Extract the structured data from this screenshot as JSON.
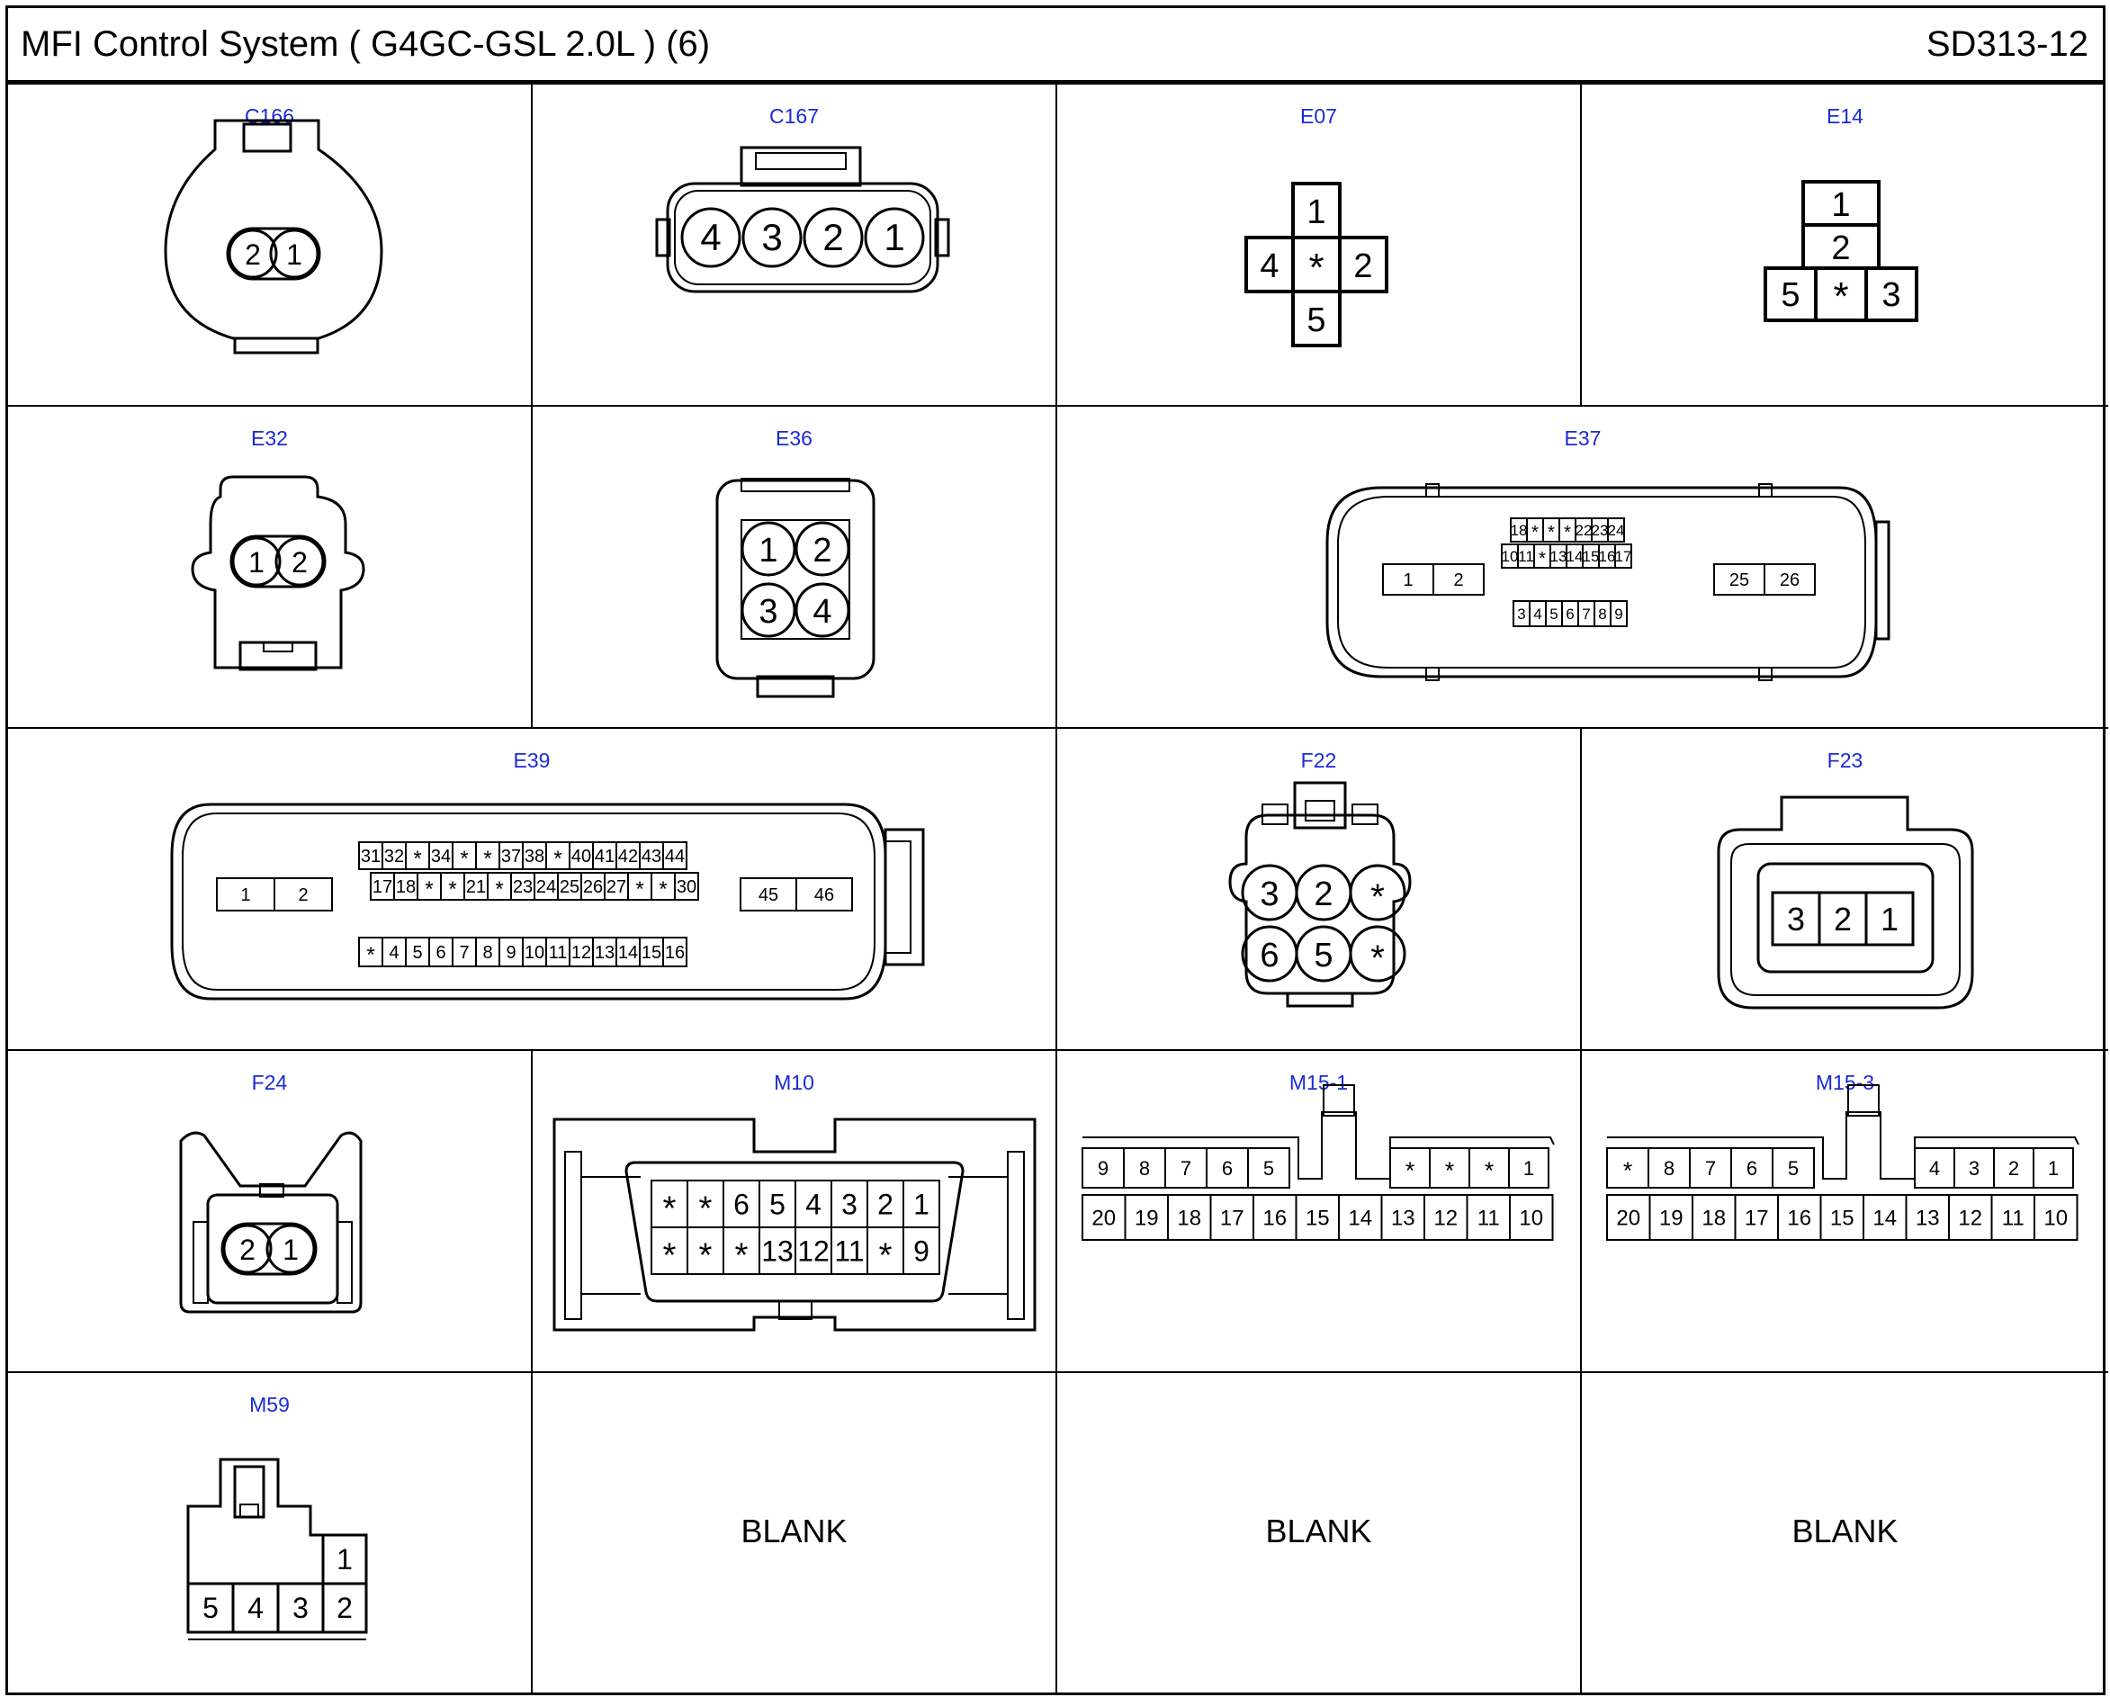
{
  "header": {
    "title": "MFI Control System (  G4GC-GSL 2.0L ) (6)",
    "code": "SD313-12"
  },
  "pin_star": "*",
  "connectors": {
    "C166": {
      "label": "C166",
      "pins": [
        "2",
        "1"
      ]
    },
    "C167": {
      "label": "C167",
      "pins": [
        "4",
        "3",
        "2",
        "1"
      ]
    },
    "E07": {
      "label": "E07",
      "pins": [
        "1",
        "4",
        "*",
        "2",
        "5"
      ]
    },
    "E14": {
      "label": "E14",
      "pins": [
        "1",
        "2",
        "5",
        "*",
        "3"
      ]
    },
    "E32": {
      "label": "E32",
      "pins": [
        "1",
        "2"
      ]
    },
    "E36": {
      "label": "E36",
      "pins": [
        "1",
        "2",
        "3",
        "4"
      ]
    },
    "E37": {
      "label": "E37",
      "left": [
        "1",
        "2"
      ],
      "top": [
        "18",
        "*",
        "*",
        "*",
        "22",
        "23",
        "24"
      ],
      "mid": [
        "10",
        "11",
        "*",
        "13",
        "14",
        "15",
        "16",
        "17"
      ],
      "bottom": [
        "3",
        "4",
        "5",
        "6",
        "7",
        "8",
        "9"
      ],
      "right": [
        "25",
        "26"
      ]
    },
    "E39": {
      "label": "E39",
      "left": [
        "1",
        "2"
      ],
      "row1": [
        "31",
        "32",
        "*",
        "34",
        "*",
        "*",
        "37",
        "38",
        "*",
        "40",
        "41",
        "42",
        "43",
        "44"
      ],
      "row2": [
        "17",
        "18",
        "*",
        "*",
        "21",
        "*",
        "23",
        "24",
        "25",
        "26",
        "27",
        "*",
        "*",
        "30"
      ],
      "row3": [
        "*",
        "4",
        "5",
        "6",
        "7",
        "8",
        "9",
        "10",
        "11",
        "12",
        "13",
        "14",
        "15",
        "16"
      ],
      "right": [
        "45",
        "46"
      ]
    },
    "F22": {
      "label": "F22",
      "pins": [
        "3",
        "2",
        "*",
        "6",
        "5",
        "*"
      ]
    },
    "F23": {
      "label": "F23",
      "pins": [
        "3",
        "2",
        "1"
      ]
    },
    "F24": {
      "label": "F24",
      "pins": [
        "2",
        "1"
      ]
    },
    "M10": {
      "label": "M10",
      "top": [
        "*",
        "*",
        "6",
        "5",
        "4",
        "3",
        "2",
        "1"
      ],
      "bottom": [
        "*",
        "*",
        "*",
        "13",
        "12",
        "11",
        "*",
        "9"
      ]
    },
    "M15_1": {
      "label": "M15-1",
      "top_left": [
        "9",
        "8",
        "7",
        "6",
        "5"
      ],
      "top_right": [
        "*",
        "*",
        "*",
        "1"
      ],
      "bottom": [
        "20",
        "19",
        "18",
        "17",
        "16",
        "15",
        "14",
        "13",
        "12",
        "11",
        "10"
      ]
    },
    "M15_3": {
      "label": "M15-3",
      "top_left": [
        "*",
        "8",
        "7",
        "6",
        "5"
      ],
      "top_right": [
        "4",
        "3",
        "2",
        "1"
      ],
      "bottom": [
        "20",
        "19",
        "18",
        "17",
        "16",
        "15",
        "14",
        "13",
        "12",
        "11",
        "10"
      ]
    },
    "M59": {
      "label": "M59",
      "top": [
        "1"
      ],
      "bottom": [
        "5",
        "4",
        "3",
        "2"
      ]
    }
  },
  "blanks": [
    "BLANK",
    "BLANK",
    "BLANK"
  ]
}
